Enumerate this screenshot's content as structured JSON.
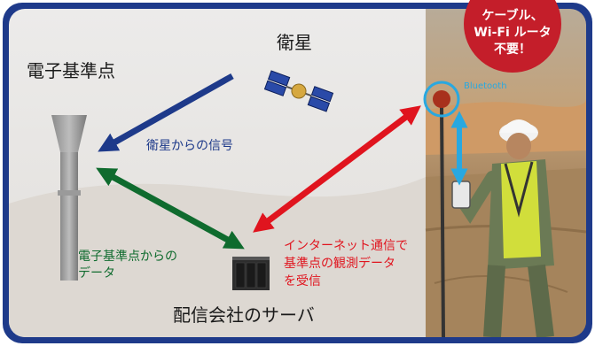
{
  "labels": {
    "reference_point": "電子基準点",
    "satellite": "衛星",
    "satellite_signal": "衛星からの信号",
    "reference_data_line1": "電子基準点からの",
    "reference_data_line2": "データ",
    "internet_line1": "インターネット通信で",
    "internet_line2": "基準点の観測データ",
    "internet_line3": "を受信",
    "server": "配信会社のサーバ",
    "bluetooth": "Bluetooth",
    "badge_line1": "ケーブル、",
    "badge_line2": "Wi-Fi ルータ",
    "badge_line3": "不要！"
  },
  "colors": {
    "frame": "#1e3a8a",
    "satellite_arrow": "#1e3a8a",
    "reference_arrow": "#0f6b2e",
    "internet_arrow": "#e0141e",
    "badge": "#c41e2a",
    "bluetooth": "#29a8e0"
  }
}
